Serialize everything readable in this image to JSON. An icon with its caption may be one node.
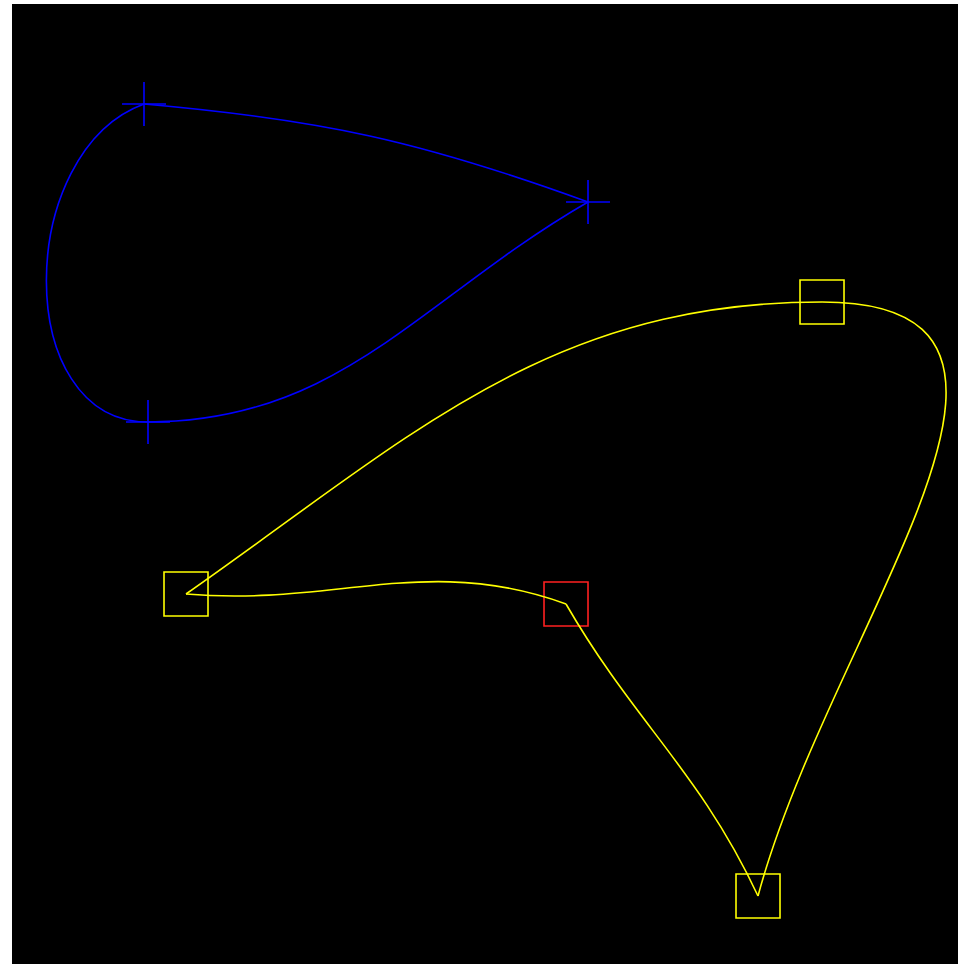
{
  "diagram": {
    "nodes": [
      {
        "text": [],
        "shape": "cross"
      },
      {
        "text": [],
        "shape": "cross"
      },
      {
        "text": [],
        "shape": "cross"
      },
      {
        "text": [],
        "shape": "box"
      },
      {
        "text": [],
        "shape": "box"
      },
      {
        "text": [],
        "shape": "box"
      },
      {
        "text": [],
        "shape": "box"
      }
    ],
    "edges": [
      {
        "from": 0,
        "to": 1,
        "arrow": "none",
        "color": "#0000ff"
      },
      {
        "from": 1,
        "to": 2,
        "arrow": "none",
        "color": "#0000ff"
      },
      {
        "from": 2,
        "to": 0,
        "arrow": "none",
        "color": "#0000ff"
      },
      {
        "from": 3,
        "to": 4,
        "arrow": "none",
        "color": "#ffff00"
      },
      {
        "from": 4,
        "to": 5,
        "arrow": "none",
        "color": "#ffff00"
      },
      {
        "from": 5,
        "to": 6,
        "arrow": "none",
        "color": "#ffff00"
      },
      {
        "from": 6,
        "to": 3,
        "arrow": "none",
        "color": "#ffff00"
      }
    ]
  }
}
